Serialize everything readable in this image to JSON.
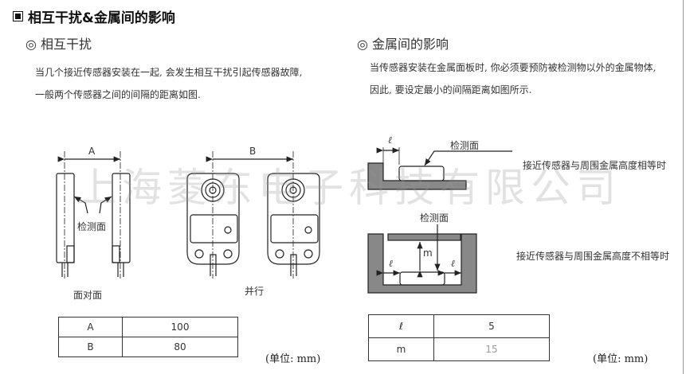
{
  "title": "相互干扰&金属间的影响",
  "left": {
    "heading": "相互干扰",
    "paragraph": [
      "当几个接近传感器安装在一起, 会发生相互干扰引起传感器故障,",
      "一般两个传感器之间的间隔的距离如图."
    ],
    "diagram": {
      "dim_a": "A",
      "dim_b": "B",
      "sensing_face": "检测面",
      "face_to_face": "面对面",
      "parallel": "并行"
    },
    "table": [
      {
        "key": "A",
        "value": "100"
      },
      {
        "key": "B",
        "value": "80"
      }
    ],
    "unit": "(单位: mm)"
  },
  "right": {
    "heading": "金属间的影响",
    "paragraph": [
      "当传感器安装在金属面板时, 你必须要预防被检测物以外的金属物体,",
      "因此, 要设定最小的间隔距离如图所示."
    ],
    "diagram": {
      "l": "ℓ",
      "m": "m",
      "sensing_face": "检测面",
      "case_equal": "接近传感器与周围金属高度相等时",
      "case_unequal": "接近传感器与周围金属高度不相等时"
    },
    "table": [
      {
        "key": "ℓ",
        "value": "5"
      },
      {
        "key": "m",
        "value": "15"
      }
    ],
    "unit": "(单位: mm)"
  },
  "watermark": "上海菱东电子科技有限公司"
}
